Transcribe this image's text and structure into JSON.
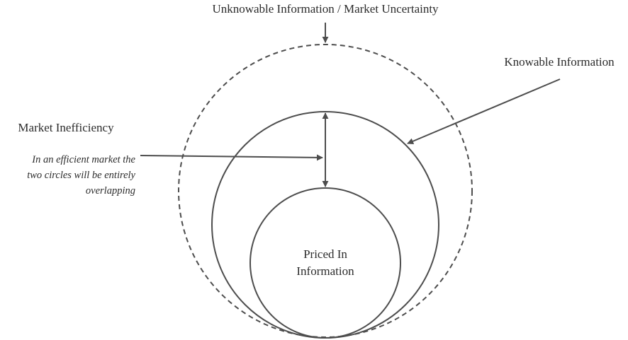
{
  "colors": {
    "stroke": "#4d4d4d",
    "text": "#2b2b2b",
    "background": "#ffffff"
  },
  "labels": {
    "unknowable": "Unknowable Information / Market Uncertainty",
    "knowable": "Knowable Information",
    "inefficiency": "Market Inefficiency",
    "note_line1": "In an efficient market the",
    "note_line2": "two circles will be entirely",
    "note_line3": "overlapping",
    "priced_line1": "Priced In",
    "priced_line2": "Information"
  }
}
